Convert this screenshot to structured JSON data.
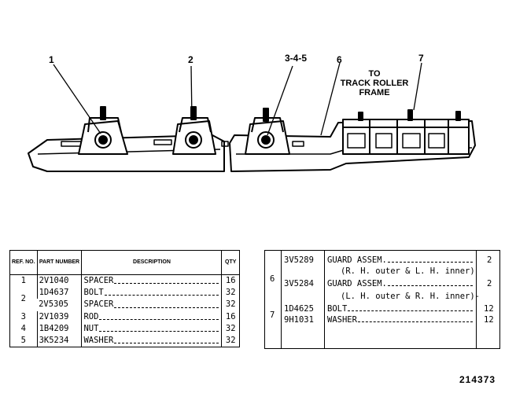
{
  "drawing": {
    "callouts": [
      "1",
      "2",
      "3-4-5",
      "6",
      "7"
    ],
    "target_label": [
      "TO",
      "TRACK ROLLER",
      "FRAME"
    ]
  },
  "table_left": {
    "headers": {
      "ref": "REF. NO.",
      "part": "PART NUMBER",
      "desc": "DESCRIPTION",
      "qty": "QTY"
    },
    "rows": [
      {
        "ref": "1",
        "part": "2V1040",
        "desc": "SPACER",
        "qty": "16"
      },
      {
        "ref": "2",
        "part": "1D4637",
        "desc": "BOLT",
        "qty": "32"
      },
      {
        "ref": "",
        "part": "2V5305",
        "desc": "SPACER",
        "qty": "32"
      },
      {
        "ref": "3",
        "part": "2V1039",
        "desc": "ROD",
        "qty": "16"
      },
      {
        "ref": "4",
        "part": "1B4209",
        "desc": "NUT",
        "qty": "32"
      },
      {
        "ref": "5",
        "part": "3K5234",
        "desc": "WASHER",
        "qty": "32"
      }
    ]
  },
  "table_right": {
    "groups": [
      {
        "ref": "6",
        "items": [
          {
            "part": "3V5289",
            "desc": "GUARD ASSEM.",
            "note": "(R. H. outer & L. H. inner)",
            "qty": "2"
          },
          {
            "part": "3V5284",
            "desc": "GUARD ASSEM.",
            "note": "(L. H. outer & R. H. inner)-",
            "qty": "2"
          }
        ]
      },
      {
        "ref": "7",
        "items": [
          {
            "part": "1D4625",
            "desc": "BOLT",
            "note": "",
            "qty": "12"
          },
          {
            "part": "9H1031",
            "desc": "WASHER",
            "note": "",
            "qty": "12"
          }
        ]
      }
    ]
  },
  "drawing_number": "214373"
}
